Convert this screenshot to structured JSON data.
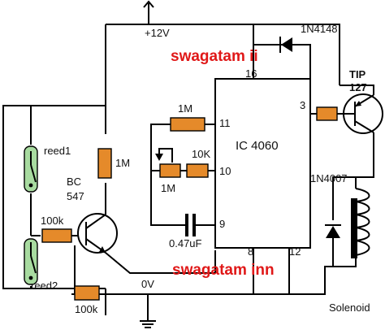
{
  "labels": {
    "supply": "+12V",
    "ground": "0V",
    "diode_top": "1N4148",
    "diode_coil": "1N4007",
    "transistor_out": "TIP",
    "transistor_out_num": "127",
    "transistor_in": "BC",
    "transistor_in_num": "547",
    "ic": "IC 4060",
    "pin16": "16",
    "pin3": "3",
    "pin11": "11",
    "pin10": "10",
    "pin9": "9",
    "pin8": "8",
    "pin12": "12",
    "r_1m_top": "1M",
    "r_1m_base": "1M",
    "r_1m_pot": "1M",
    "r_10k": "10K",
    "c_047": "0.47uF",
    "r_100k_a": "100k",
    "r_100k_b": "100k",
    "reed1": "reed1",
    "reed2": "reed2",
    "solenoid": "Solenoid"
  },
  "watermark": {
    "text_top": "swagatam ii",
    "text_bottom": "swagatam inn"
  },
  "colors": {
    "resistor": "#e58a2a",
    "reed": "#a8dba0",
    "watermark": "#e01818"
  }
}
